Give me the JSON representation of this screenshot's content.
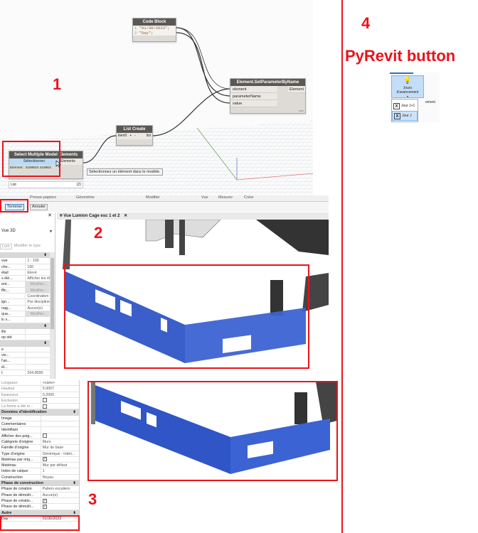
{
  "annotations": {
    "n1": "1",
    "n2": "2",
    "n3": "3",
    "n4": "4",
    "pyrevit_title": "PyRevit button"
  },
  "colors": {
    "annotation_red": "#e8141c",
    "selection_blue": "#2f55c7",
    "node_header": "#5a5855"
  },
  "dynamo": {
    "code_block": {
      "title": "Code Block",
      "lines": [
        {
          "n": "1",
          "code": "\"01/30/2023\";"
        },
        {
          "n": "2",
          "code": "\"Day\";"
        }
      ]
    },
    "set_param": {
      "title": "Element.SetParameterByName",
      "inputs": [
        "element",
        "parameterName",
        "value"
      ],
      "output": "Element",
      "lacing": "auto"
    },
    "list_create": {
      "title": "List Create",
      "input": "item0",
      "plus": "+",
      "minus": "-",
      "output": "list"
    },
    "select_node": {
      "title": "Select Multiple Model Elements",
      "button": "Sélectionner",
      "output": "Elements",
      "status": "Element : 4169634 416963",
      "tooltip": "Sélectionnez un élément dans le modèle.",
      "list_label": "List",
      "list_count": "{2}"
    }
  },
  "revit": {
    "ribbon_groups": [
      "Presse-papiers",
      "Géométrie",
      "Modifier",
      "Vue",
      "Mesurer",
      "Créer"
    ],
    "finish_button": "Terminer",
    "cancel_button": "Annuler",
    "view_tab": "Vue Lumion Cage esc 1 et 2",
    "view_type": "Vue 3D",
    "type_filter": "Lum",
    "edit_type": "Modifier le type",
    "properties": [
      {
        "k": "vue",
        "v": "1 : 100"
      },
      {
        "k": "che...",
        "v": "100"
      },
      {
        "k": "étail",
        "v": "Elevé"
      },
      {
        "k": "s élé...",
        "v": "Afficher les élém..."
      },
      {
        "k": "ent...",
        "v": "Modifier...",
        "btn": true
      },
      {
        "k": "ffic...",
        "v": "Modifier...",
        "btn": true
      },
      {
        "k": "",
        "v": "Coordination"
      },
      {
        "k": "ign...",
        "v": "Par discipline"
      },
      {
        "k": "nag...",
        "v": "Aucun(e)"
      },
      {
        "k": "qua...",
        "v": "Modifier...",
        "btn": true
      },
      {
        "k": "lu s...",
        "v": ""
      }
    ],
    "properties2": [
      {
        "k": "ille",
        "v": ""
      },
      {
        "k": "op std",
        "v": ""
      }
    ],
    "properties3": [
      {
        "k": "e",
        "v": ""
      },
      {
        "k": "vis...",
        "v": ""
      },
      {
        "k": "l'an...",
        "v": ""
      },
      {
        "k": "él...",
        "v": ""
      },
      {
        "k": "l:",
        "v": "204.8000"
      }
    ]
  },
  "wall_properties": {
    "rows_top": [
      {
        "k": "Longueur",
        "v": "<varie>"
      },
      {
        "k": "Hauteur",
        "v": "5.0007"
      },
      {
        "k": "Epaisseur",
        "v": "0.2000"
      },
      {
        "k": "Exclusion",
        "v": "",
        "cb": true
      },
      {
        "k": "La forme a été m...",
        "v": "",
        "cb": true
      }
    ],
    "group_ident": "Données d'identification",
    "rows_ident": [
      {
        "k": "Image",
        "v": ""
      },
      {
        "k": "Commentaires",
        "v": ""
      },
      {
        "k": "Identifiant",
        "v": ""
      },
      {
        "k": "Afficher des poig...",
        "v": "",
        "cb": true
      },
      {
        "k": "Catégorie d'origine",
        "v": "Murs"
      },
      {
        "k": "Famille d'origine",
        "v": "Mur de base"
      },
      {
        "k": "Type d'origine",
        "v": "Générique - Intéri..."
      },
      {
        "k": "Matériau par orig...",
        "v": "",
        "cb": true,
        "checked": true
      },
      {
        "k": "Matériau",
        "v": "Mur par défaut"
      },
      {
        "k": "Index de calque",
        "v": "1"
      },
      {
        "k": "Construction",
        "v": "Noyau"
      }
    ],
    "group_phase": "Phase de construction",
    "rows_phase": [
      {
        "k": "Phase de création",
        "v": "Paliers escaliers"
      },
      {
        "k": "Phase de démolit...",
        "v": "Aucun(e)"
      },
      {
        "k": "Phase de créatio...",
        "v": "",
        "cb": true,
        "checked": true
      },
      {
        "k": "Phase de démolit...",
        "v": "",
        "cb": true,
        "checked": true
      }
    ],
    "group_other": "Autre",
    "day": {
      "k": "Day",
      "v": "01/30/2023"
    }
  },
  "pyrevit": {
    "main_button": "Jours d'avancement",
    "menu": [
      "Jour J+1",
      "Jour J"
    ],
    "behind_label": "ement"
  }
}
